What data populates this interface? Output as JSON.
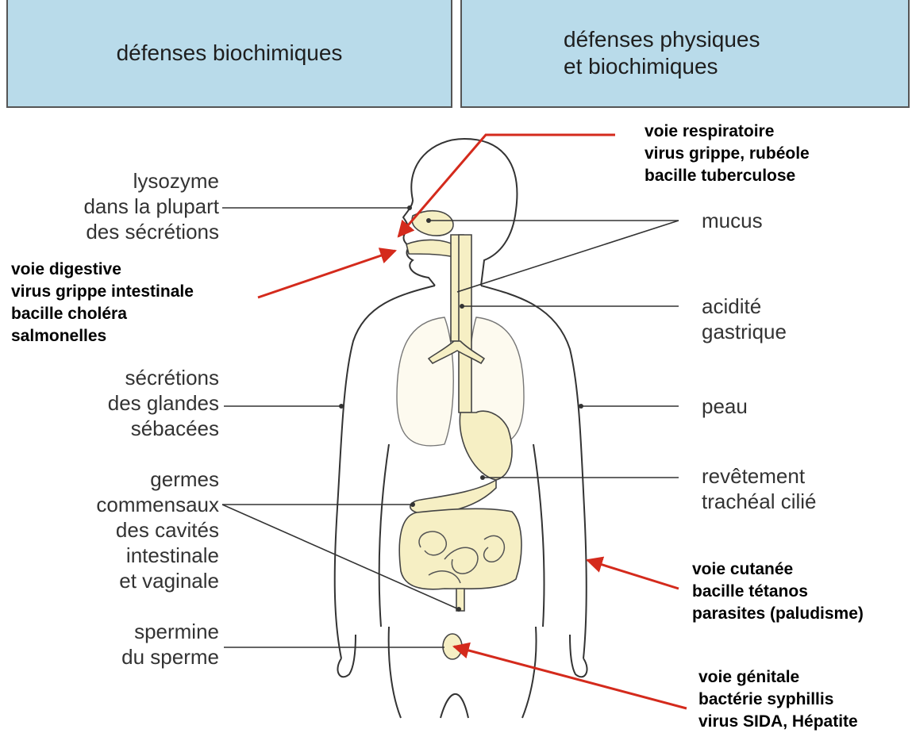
{
  "headers": {
    "left": "défenses biochimiques",
    "right": "défenses physiques\net biochimiques"
  },
  "left_labels": {
    "lysozyme": "lysozyme\ndans la plupart\ndes sécrétions",
    "secretions": "sécrétions\ndes glandes\nsébacées",
    "germes": "germes\ncommensaux\ndes cavités\nintestinale\net vaginale",
    "spermine": "spermine\ndu sperme"
  },
  "right_labels": {
    "mucus": "mucus",
    "acidite": "acidité\ngastrique",
    "peau": "peau",
    "revetement": "revêtement\ntrachéal cilié"
  },
  "routes": {
    "respiratoire": "voie respiratoire\nvirus grippe, rubéole\nbacille tuberculose",
    "digestive": "voie digestive\nvirus grippe intestinale\nbacille choléra\nsalmonelles",
    "cutanee": "voie cutanée\nbacille tétanos\nparasites (paludisme)",
    "genitale": "voie génitale\nbactérie syphillis\nvirus SIDA, Hépatite"
  },
  "colors": {
    "header_bg": "#b9dbea",
    "organ_fill": "#f6efc4",
    "route_arrow": "#d42a1c",
    "leader_line": "#333333"
  }
}
